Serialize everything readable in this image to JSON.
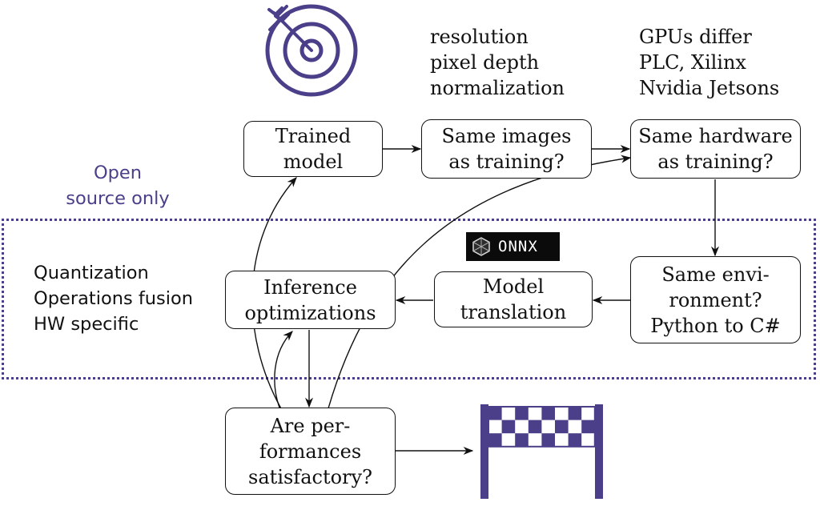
{
  "colors": {
    "accent": "#4b3f8a",
    "ink": "#111111",
    "logo_bg": "#0b0b0b"
  },
  "icons": {
    "top": "target-icon",
    "bottom": "finish-line-icon",
    "logo": "onnx-logo-icon"
  },
  "nodes": {
    "trained_model": [
      "Trained",
      "model"
    ],
    "same_images": [
      "Same images",
      "as training?"
    ],
    "same_hardware": [
      "Same hardware",
      "as training?"
    ],
    "same_environment": [
      "Same envi-",
      "ronment?",
      "Python to C#"
    ],
    "model_translation": [
      "Model",
      "translation"
    ],
    "inference_optimizations": [
      "Inference",
      "optimizations"
    ],
    "performances": [
      "Are per-",
      "formances",
      "satisfactory?"
    ]
  },
  "notes": {
    "images": [
      "resolution",
      "pixel depth",
      "normalization"
    ],
    "hardware": [
      "GPUs differ",
      "PLC, Xilinx",
      "Nvidia Jetsons"
    ],
    "optimizations": [
      "Quantization",
      "Operations fusion",
      "HW specific"
    ],
    "open_source": [
      "Open",
      "source only"
    ]
  },
  "logo": {
    "text": "ONNX"
  }
}
